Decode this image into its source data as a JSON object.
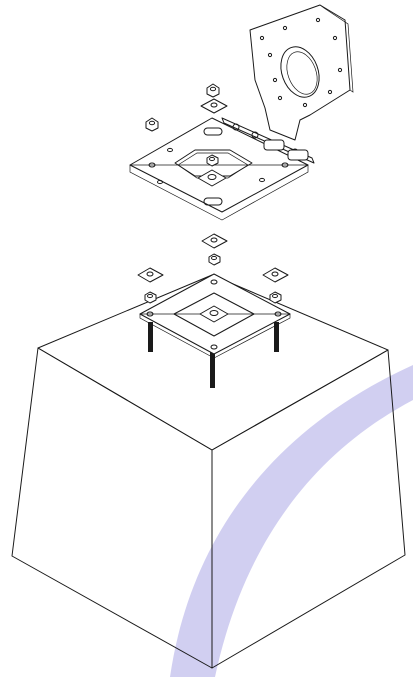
{
  "diagram": {
    "background_color": "#ffffff",
    "line_color": "#1a1a1a",
    "watermark_color": "#c9c7ee",
    "components": [
      "motor-mount-bracket",
      "top-mounting-plate",
      "center-washer",
      "lower-mounting-plate",
      "corner-washers",
      "hex-nuts",
      "threaded-studs",
      "concrete-base-block"
    ]
  }
}
